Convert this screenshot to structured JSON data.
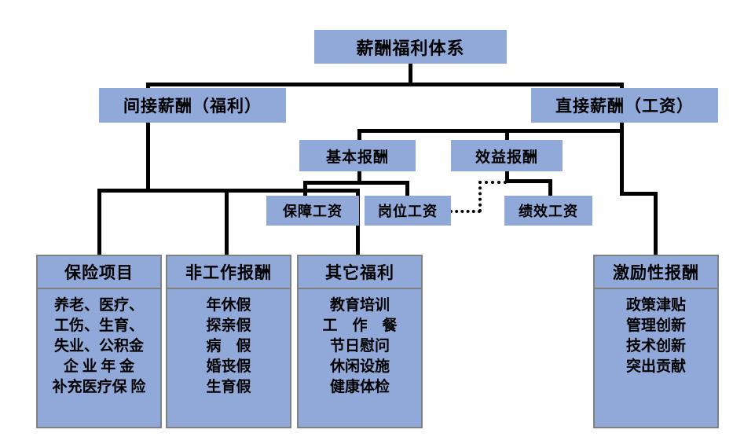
{
  "diagram": {
    "title": "薪酬福利体系",
    "nodes": {
      "root": "薪酬福利体系",
      "indirect": "间接薪酬（福利）",
      "direct": "直接薪酬（工资）",
      "basic_pay": "基本报酬",
      "benefit_pay": "效益报酬",
      "guarantee_wage": "保障工资",
      "post_wage": "岗位工资",
      "performance_wage": "绩效工资"
    },
    "groups": [
      {
        "id": "insurance",
        "header": "保险项目",
        "items": [
          "养老、医疗、",
          "工伤、生育、",
          "失业、公积金",
          "企 业 年 金",
          "补充医疗保 险"
        ]
      },
      {
        "id": "non-work-pay",
        "header": "非工作报酬",
        "items": [
          "年休假",
          "探亲假",
          "病　假",
          "婚丧假",
          "生育假"
        ]
      },
      {
        "id": "other-welfare",
        "header": "其它福利",
        "items": [
          "教育培训",
          "工　作　餐",
          "节日慰问",
          "休闲设施",
          "健康体检"
        ]
      },
      {
        "id": "incentive-pay",
        "header": "激励性报酬",
        "items": [
          "政策津贴",
          "管理创新",
          "技术创新",
          "突出贡献"
        ]
      }
    ],
    "colors": {
      "box_fill": "#91A9D8",
      "box_border": "#808080",
      "connector": "#000000",
      "background": "#FFFFFF"
    }
  }
}
